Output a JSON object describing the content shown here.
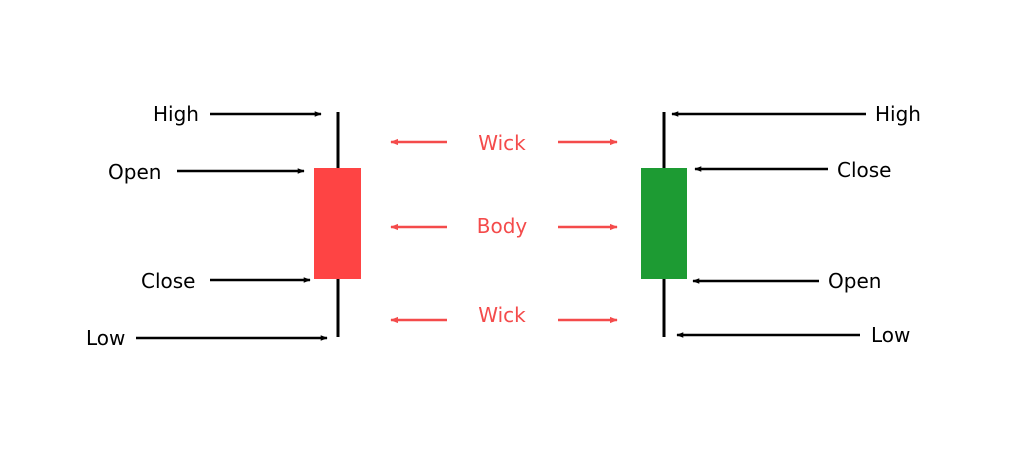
{
  "colors": {
    "bearish_body": "#fe4444",
    "bullish_body": "#1d9b33",
    "line": "#000000",
    "label": "#000000",
    "part_label": "#f44b4b",
    "part_arrow": "#f44b4b",
    "background": "#ffffff"
  },
  "bearish_candle": {
    "high_label": "High",
    "open_label": "Open",
    "close_label": "Close",
    "low_label": "Low"
  },
  "bullish_candle": {
    "high_label": "High",
    "close_label": "Close",
    "open_label": "Open",
    "low_label": "Low"
  },
  "parts": {
    "upper_wick_label": "Wick",
    "body_label": "Body",
    "lower_wick_label": "Wick"
  }
}
